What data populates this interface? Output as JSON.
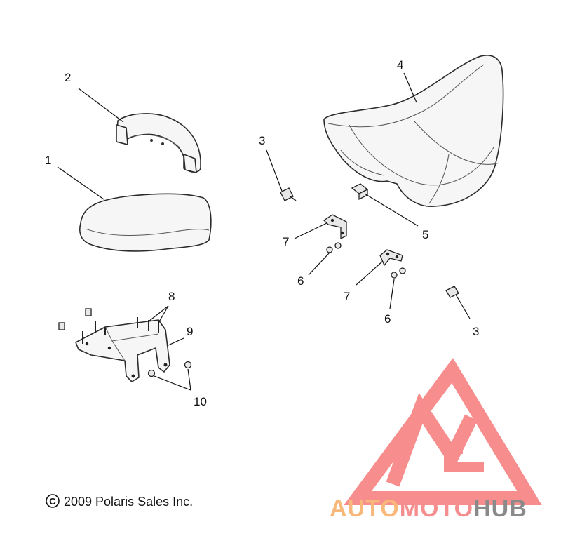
{
  "diagram": {
    "callouts": [
      {
        "id": "c1",
        "label": "1"
      },
      {
        "id": "c2",
        "label": "2"
      },
      {
        "id": "c3a",
        "label": "3"
      },
      {
        "id": "c3b",
        "label": "3"
      },
      {
        "id": "c4",
        "label": "4"
      },
      {
        "id": "c5",
        "label": "5"
      },
      {
        "id": "c6a",
        "label": "6"
      },
      {
        "id": "c6b",
        "label": "6"
      },
      {
        "id": "c7a",
        "label": "7"
      },
      {
        "id": "c7b",
        "label": "7"
      },
      {
        "id": "c8",
        "label": "8"
      },
      {
        "id": "c9",
        "label": "9"
      },
      {
        "id": "c10",
        "label": "10"
      }
    ],
    "copyright_symbol": "C",
    "copyright_text": "2009 Polaris Sales Inc."
  },
  "watermark": {
    "word_part_1": "AUTO",
    "word_part_2": "MOTO",
    "word_part_3": "HUB",
    "color_orange": "#f7b87a",
    "color_red": "#f58f8f",
    "color_gray": "#8a8a8a",
    "triangle_color": "#f67a7a"
  }
}
